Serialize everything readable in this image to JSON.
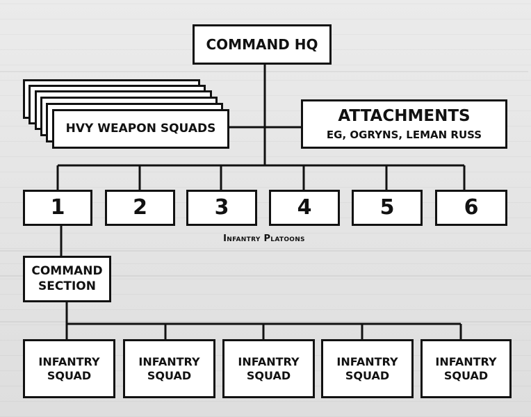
{
  "diagram": {
    "command_hq": "COMMAND HQ",
    "heavy_weapon_squads": "HVY WEAPON SQUADS",
    "attachments": {
      "title": "ATTACHMENTS",
      "subtitle": "EG, OGRYNS, LEMAN RUSS"
    },
    "platoons": [
      "1",
      "2",
      "3",
      "4",
      "5",
      "6"
    ],
    "platoons_caption": "Infantry Platoons",
    "command_section": [
      "COMMAND",
      "SECTION"
    ],
    "squads": [
      [
        "INFANTRY",
        "SQUAD"
      ],
      [
        "INFANTRY",
        "SQUAD"
      ],
      [
        "INFANTRY",
        "SQUAD"
      ],
      [
        "INFANTRY",
        "SQUAD"
      ],
      [
        "INFANTRY",
        "SQUAD"
      ]
    ]
  }
}
